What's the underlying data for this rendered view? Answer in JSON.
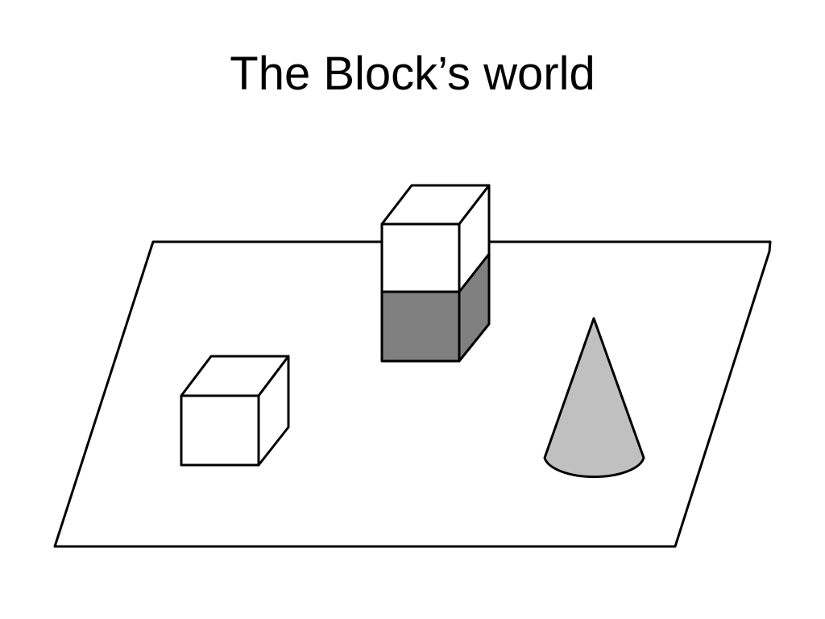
{
  "slide": {
    "title": "The Block’s world"
  },
  "scene": {
    "colors": {
      "line": "#000000",
      "background": "#ffffff",
      "dark_block": "#808080",
      "cone": "#c0c0c0"
    },
    "objects": [
      "table-plane",
      "single-block",
      "stacked-top-block",
      "stacked-bottom-block",
      "cone"
    ]
  }
}
